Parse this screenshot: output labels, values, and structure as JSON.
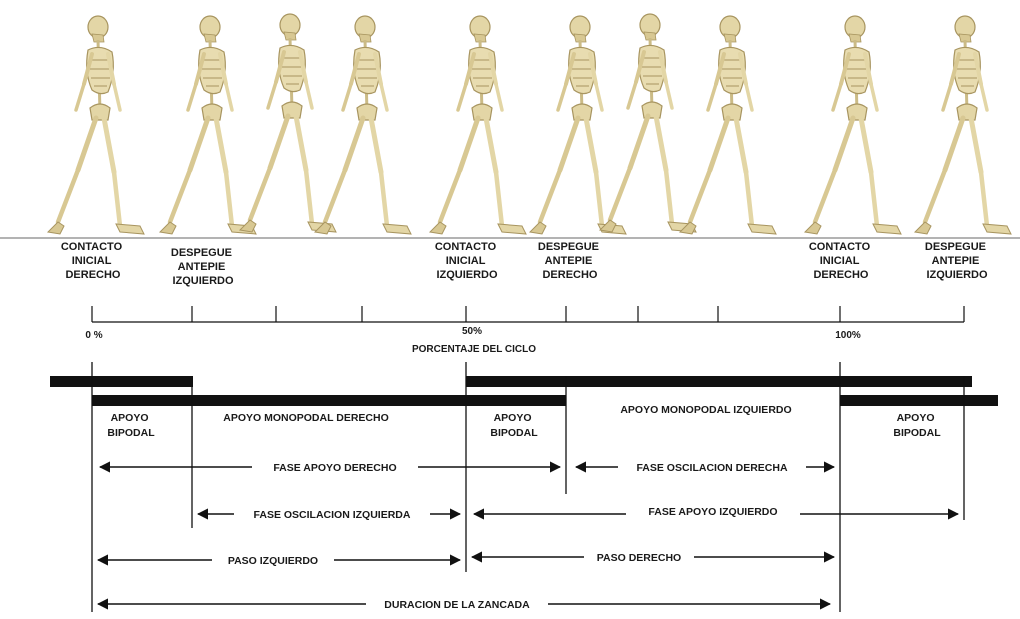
{
  "events": [
    {
      "id": "ci-der-1",
      "lines": [
        "CONTACTO",
        "INICIAL",
        "DERECHO"
      ]
    },
    {
      "id": "dp-izq-1",
      "lines": [
        "DESPEGUE",
        "ANTEPIE",
        "IZQUIERDO"
      ]
    },
    {
      "id": "ci-izq",
      "lines": [
        "CONTACTO",
        "INICIAL",
        "IZQUIERDO"
      ]
    },
    {
      "id": "dp-der",
      "lines": [
        "DESPEGUE",
        "ANTEPIE",
        "DERECHO"
      ]
    },
    {
      "id": "ci-der-2",
      "lines": [
        "CONTACTO",
        "INICIAL",
        "DERECHO"
      ]
    },
    {
      "id": "dp-izq-2",
      "lines": [
        "DESPEGUE",
        "ANTEPIE",
        "IZQUIERDO"
      ]
    }
  ],
  "scale": {
    "tick_0": "0 %",
    "tick_50": "50%",
    "tick_100": "100%",
    "title": "PORCENTAJE DEL CICLO"
  },
  "phases": {
    "apoyo_bipodal_1": [
      "APOYO",
      "BIPODAL"
    ],
    "monopodal_derecho": "APOYO MONOPODAL DERECHO",
    "apoyo_bipodal_2": [
      "APOYO",
      "BIPODAL"
    ],
    "monopodal_izquierdo": "APOYO MONOPODAL IZQUIERDO",
    "apoyo_bipodal_3": [
      "APOYO",
      "BIPODAL"
    ]
  },
  "arrows": {
    "fase_apoyo_derecho": "FASE APOYO DERECHO",
    "fase_oscilacion_derecha": "FASE OSCILACION DERECHA",
    "fase_oscilacion_izquierda": "FASE OSCILACION IZQUIERDA",
    "fase_apoyo_izquierdo": "FASE APOYO IZQUIERDO",
    "paso_izquierdo": "PASO IZQUIERDO",
    "paso_derecho": "PASO DERECHO",
    "duracion_zancada": "DURACION DE LA ZANCADA"
  },
  "colors": {
    "bone": "#e3d6a6",
    "bone_shade": "#a89560",
    "ink": "#111111"
  }
}
